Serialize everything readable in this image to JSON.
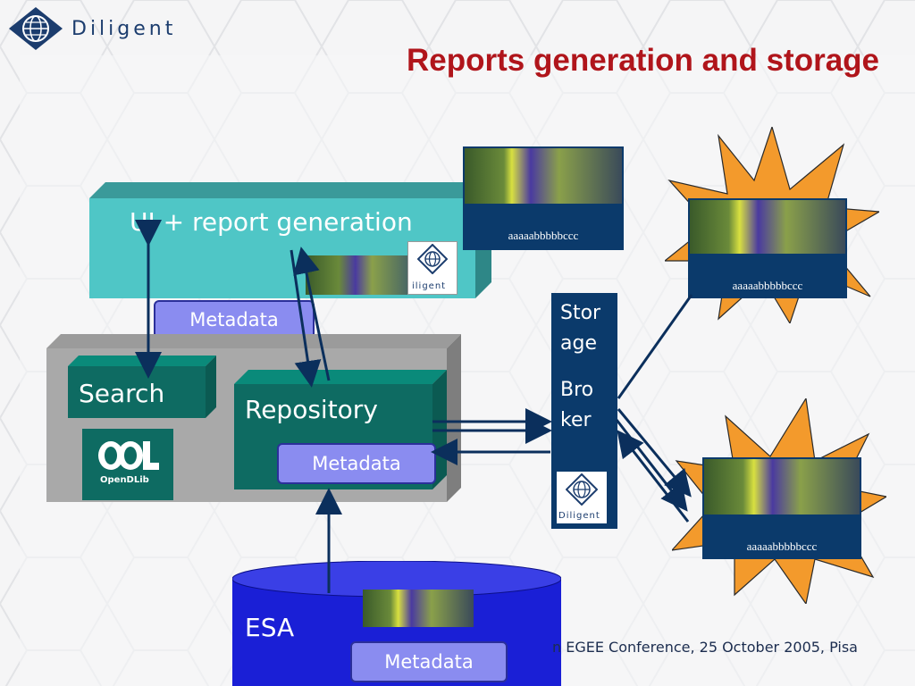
{
  "header": {
    "logo_text": "Diligent",
    "title": "Reports generation and storage"
  },
  "ui_box": {
    "label": "UI + report generation",
    "logo_text": "iligent"
  },
  "metadata_labels": {
    "ui": "Metadata",
    "repository": "Metadata",
    "esa": "Metadata"
  },
  "search": {
    "label": "Search",
    "logo_text": "OpenDLib"
  },
  "repository": {
    "label": "Repository"
  },
  "storage_broker": {
    "line1": "Stor",
    "line2": "age",
    "line3": "Bro",
    "line4": "ker",
    "logo_text": "Diligent"
  },
  "esa": {
    "label": "ESA"
  },
  "thumbnails": {
    "top_caption": "aaaaabbbbbccc",
    "star1_caption": "aaaaabbbbbccc",
    "star2_caption": "aaaaabbbbbccc"
  },
  "footer": {
    "text": "n EGEE Conference, 25 October 2005, Pisa"
  },
  "colors": {
    "title": "#b0151b",
    "teal_box": "#4fc6c6",
    "dark_green": "#0e6b62",
    "navy": "#0b3a6b",
    "esa_blue": "#1a1fd6",
    "metadata": "#8a8cf0",
    "star": "#f39a2c"
  }
}
